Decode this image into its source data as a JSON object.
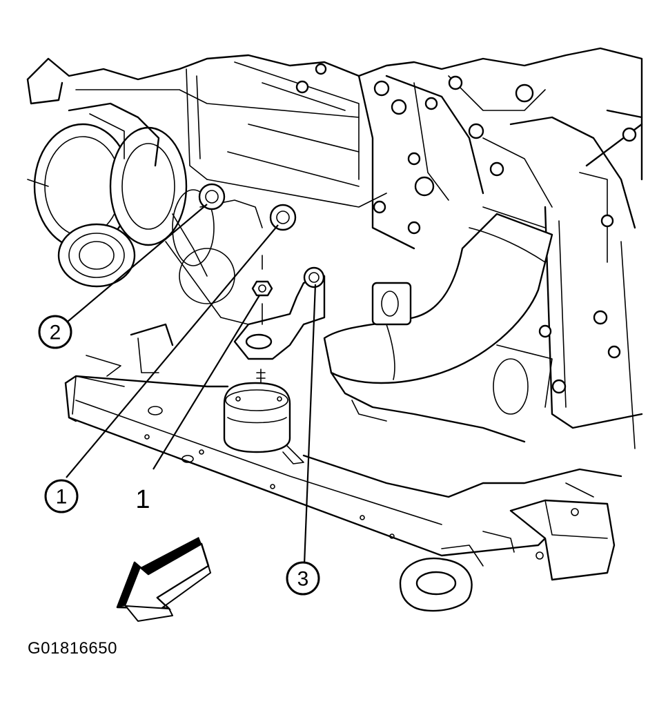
{
  "callouts": [
    {
      "id": "callout-2",
      "label": "2"
    },
    {
      "id": "callout-1-left",
      "label": "1"
    },
    {
      "id": "callout-3",
      "label": "3"
    }
  ],
  "plain_label": "1",
  "figure_code": "G01816650",
  "icons": [
    "direction-arrow-icon"
  ]
}
